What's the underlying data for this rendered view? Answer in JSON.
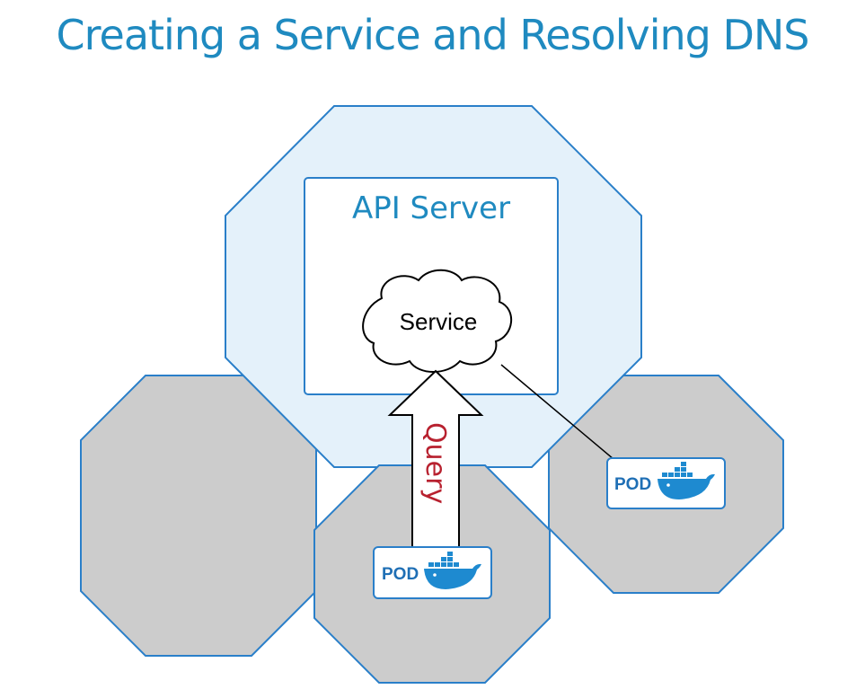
{
  "title": "Creating a Service and Resolving DNS",
  "api_server": {
    "label": "API Server"
  },
  "service": {
    "label": "Service"
  },
  "arrow": {
    "label": "Query"
  },
  "pods": [
    {
      "label": "POD",
      "icon": "docker-whale-icon"
    },
    {
      "label": "POD",
      "icon": "docker-whale-icon"
    }
  ],
  "colors": {
    "title": "#1f8ac0",
    "octagon_stroke": "#2a7fc9",
    "master_fill": "#e4f1fa",
    "node_fill": "#cccccc",
    "query_text": "#b8212f",
    "pod_text": "#1f6fb5",
    "docker_blue": "#1e8ad0"
  }
}
